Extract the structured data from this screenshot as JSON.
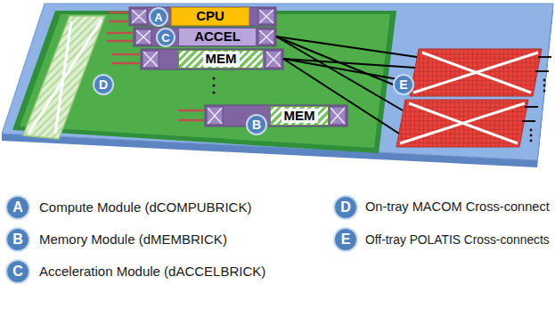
{
  "diagram": {
    "nodes": [
      {
        "text": [
          "CPU"
        ]
      },
      {
        "text": [
          "ACCEL"
        ]
      },
      {
        "text": [
          "MEM"
        ]
      },
      {
        "text": [
          "MEM"
        ]
      }
    ],
    "labels": [
      "A",
      "C",
      "D",
      "E",
      "B",
      "A",
      "D",
      "B",
      "E",
      "C"
    ],
    "legend": [
      {
        "text": "Compute Module (dCOMPUBRICK)"
      },
      {
        "text": "On-tray MACOM Cross-connect"
      },
      {
        "text": "Memory Module (dMEMBRICK)"
      },
      {
        "text": "Off-tray POLATIS Cross-connects"
      },
      {
        "text": "Acceleration Module (dACCELBRICK)"
      }
    ]
  }
}
